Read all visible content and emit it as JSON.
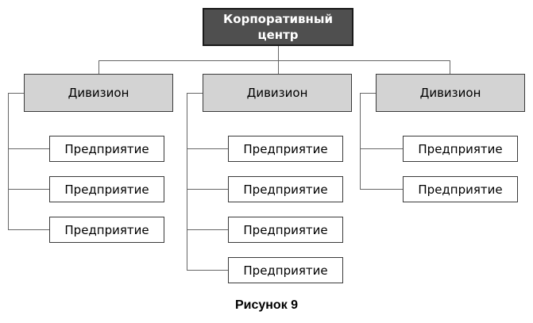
{
  "org_chart": {
    "root": {
      "label": "Корпоративный центр"
    },
    "divisions": [
      {
        "label": "Дивизион",
        "enterprises": [
          {
            "label": "Предприятие"
          },
          {
            "label": "Предприятие"
          },
          {
            "label": "Предприятие"
          }
        ]
      },
      {
        "label": "Дивизион",
        "enterprises": [
          {
            "label": "Предприятие"
          },
          {
            "label": "Предприятие"
          },
          {
            "label": "Предприятие"
          },
          {
            "label": "Предприятие"
          }
        ]
      },
      {
        "label": "Дивизион",
        "enterprises": [
          {
            "label": "Предприятие"
          },
          {
            "label": "Предприятие"
          }
        ]
      }
    ]
  },
  "caption": "Рисунок 9",
  "colors": {
    "root_fill": "#4f4f4f",
    "root_border": "#1a1a1a",
    "root_text": "#ffffff",
    "division_fill": "#d3d3d3",
    "box_border": "#3a3a3a",
    "enterprise_fill": "#ffffff",
    "connector": "#666666",
    "text": "#000000"
  }
}
